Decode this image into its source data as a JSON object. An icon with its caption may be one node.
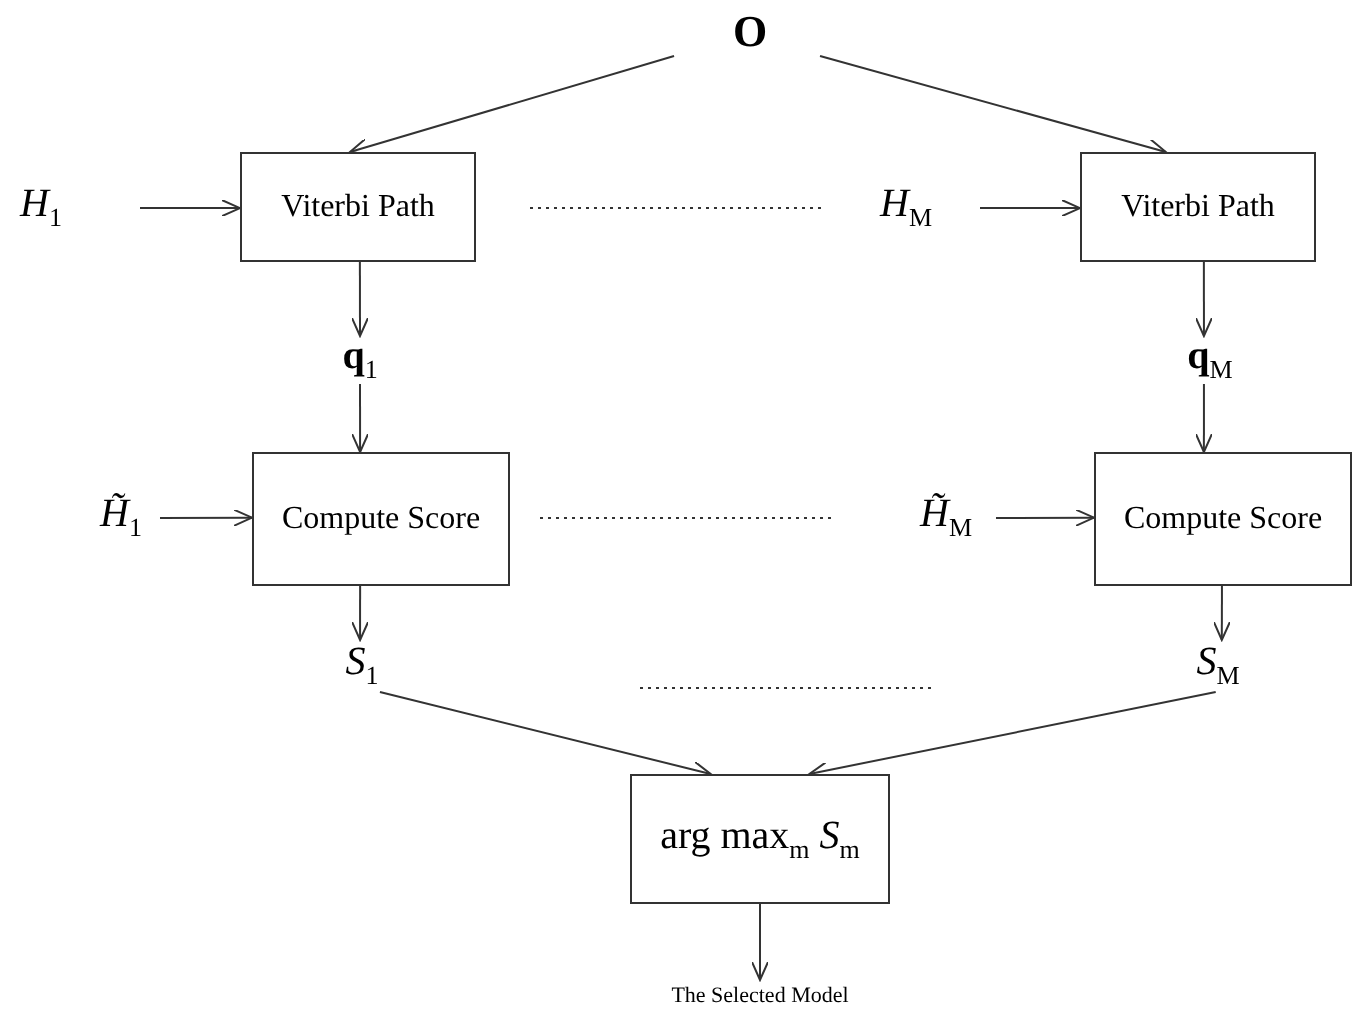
{
  "diagram": {
    "nodes": [
      {
        "text": [
          "O"
        ]
      },
      {
        "text": [
          "*H*$_{1}$"
        ]
      },
      {
        "text": [
          "Viterbi Path"
        ]
      },
      {
        "text": [
          "*H*$_{M}$"
        ]
      },
      {
        "text": [
          "Viterbi Path"
        ]
      },
      {
        "text": [
          "**q**$_{1}$"
        ]
      },
      {
        "text": [
          "**q**$_{M}$"
        ]
      },
      {
        "text": [
          "*H̃*$_{1}$"
        ]
      },
      {
        "text": [
          "Compute Score"
        ]
      },
      {
        "text": [
          "*H̃*$_{M}$"
        ]
      },
      {
        "text": [
          "Compute Score"
        ]
      },
      {
        "text": [
          "*S*$_{1}$"
        ]
      },
      {
        "text": [
          "*S*$_{M}$"
        ]
      },
      {
        "text": [
          "arg max$_{m}$ *S*$_{m}$"
        ]
      },
      {
        "text": [
          "The Selected Model"
        ]
      }
    ],
    "edges": [
      {
        "from": 0,
        "to": 2,
        "arrow": "to"
      },
      {
        "from": 0,
        "to": 4,
        "arrow": "to"
      },
      {
        "from": 1,
        "to": 2,
        "arrow": "to"
      },
      {
        "from": 3,
        "to": 4,
        "arrow": "to"
      },
      {
        "from": 2,
        "to": 5,
        "arrow": "to"
      },
      {
        "from": 4,
        "to": 6,
        "arrow": "to"
      },
      {
        "from": 5,
        "to": 8,
        "arrow": "to"
      },
      {
        "from": 6,
        "to": 10,
        "arrow": "to"
      },
      {
        "from": 7,
        "to": 8,
        "arrow": "to"
      },
      {
        "from": 9,
        "to": 10,
        "arrow": "to"
      },
      {
        "from": 8,
        "to": 11,
        "arrow": "to"
      },
      {
        "from": 10,
        "to": 12,
        "arrow": "to"
      },
      {
        "from": 11,
        "to": 13,
        "arrow": "to"
      },
      {
        "from": 12,
        "to": 13,
        "arrow": "to"
      },
      {
        "from": 13,
        "to": 14,
        "arrow": "to"
      }
    ]
  }
}
